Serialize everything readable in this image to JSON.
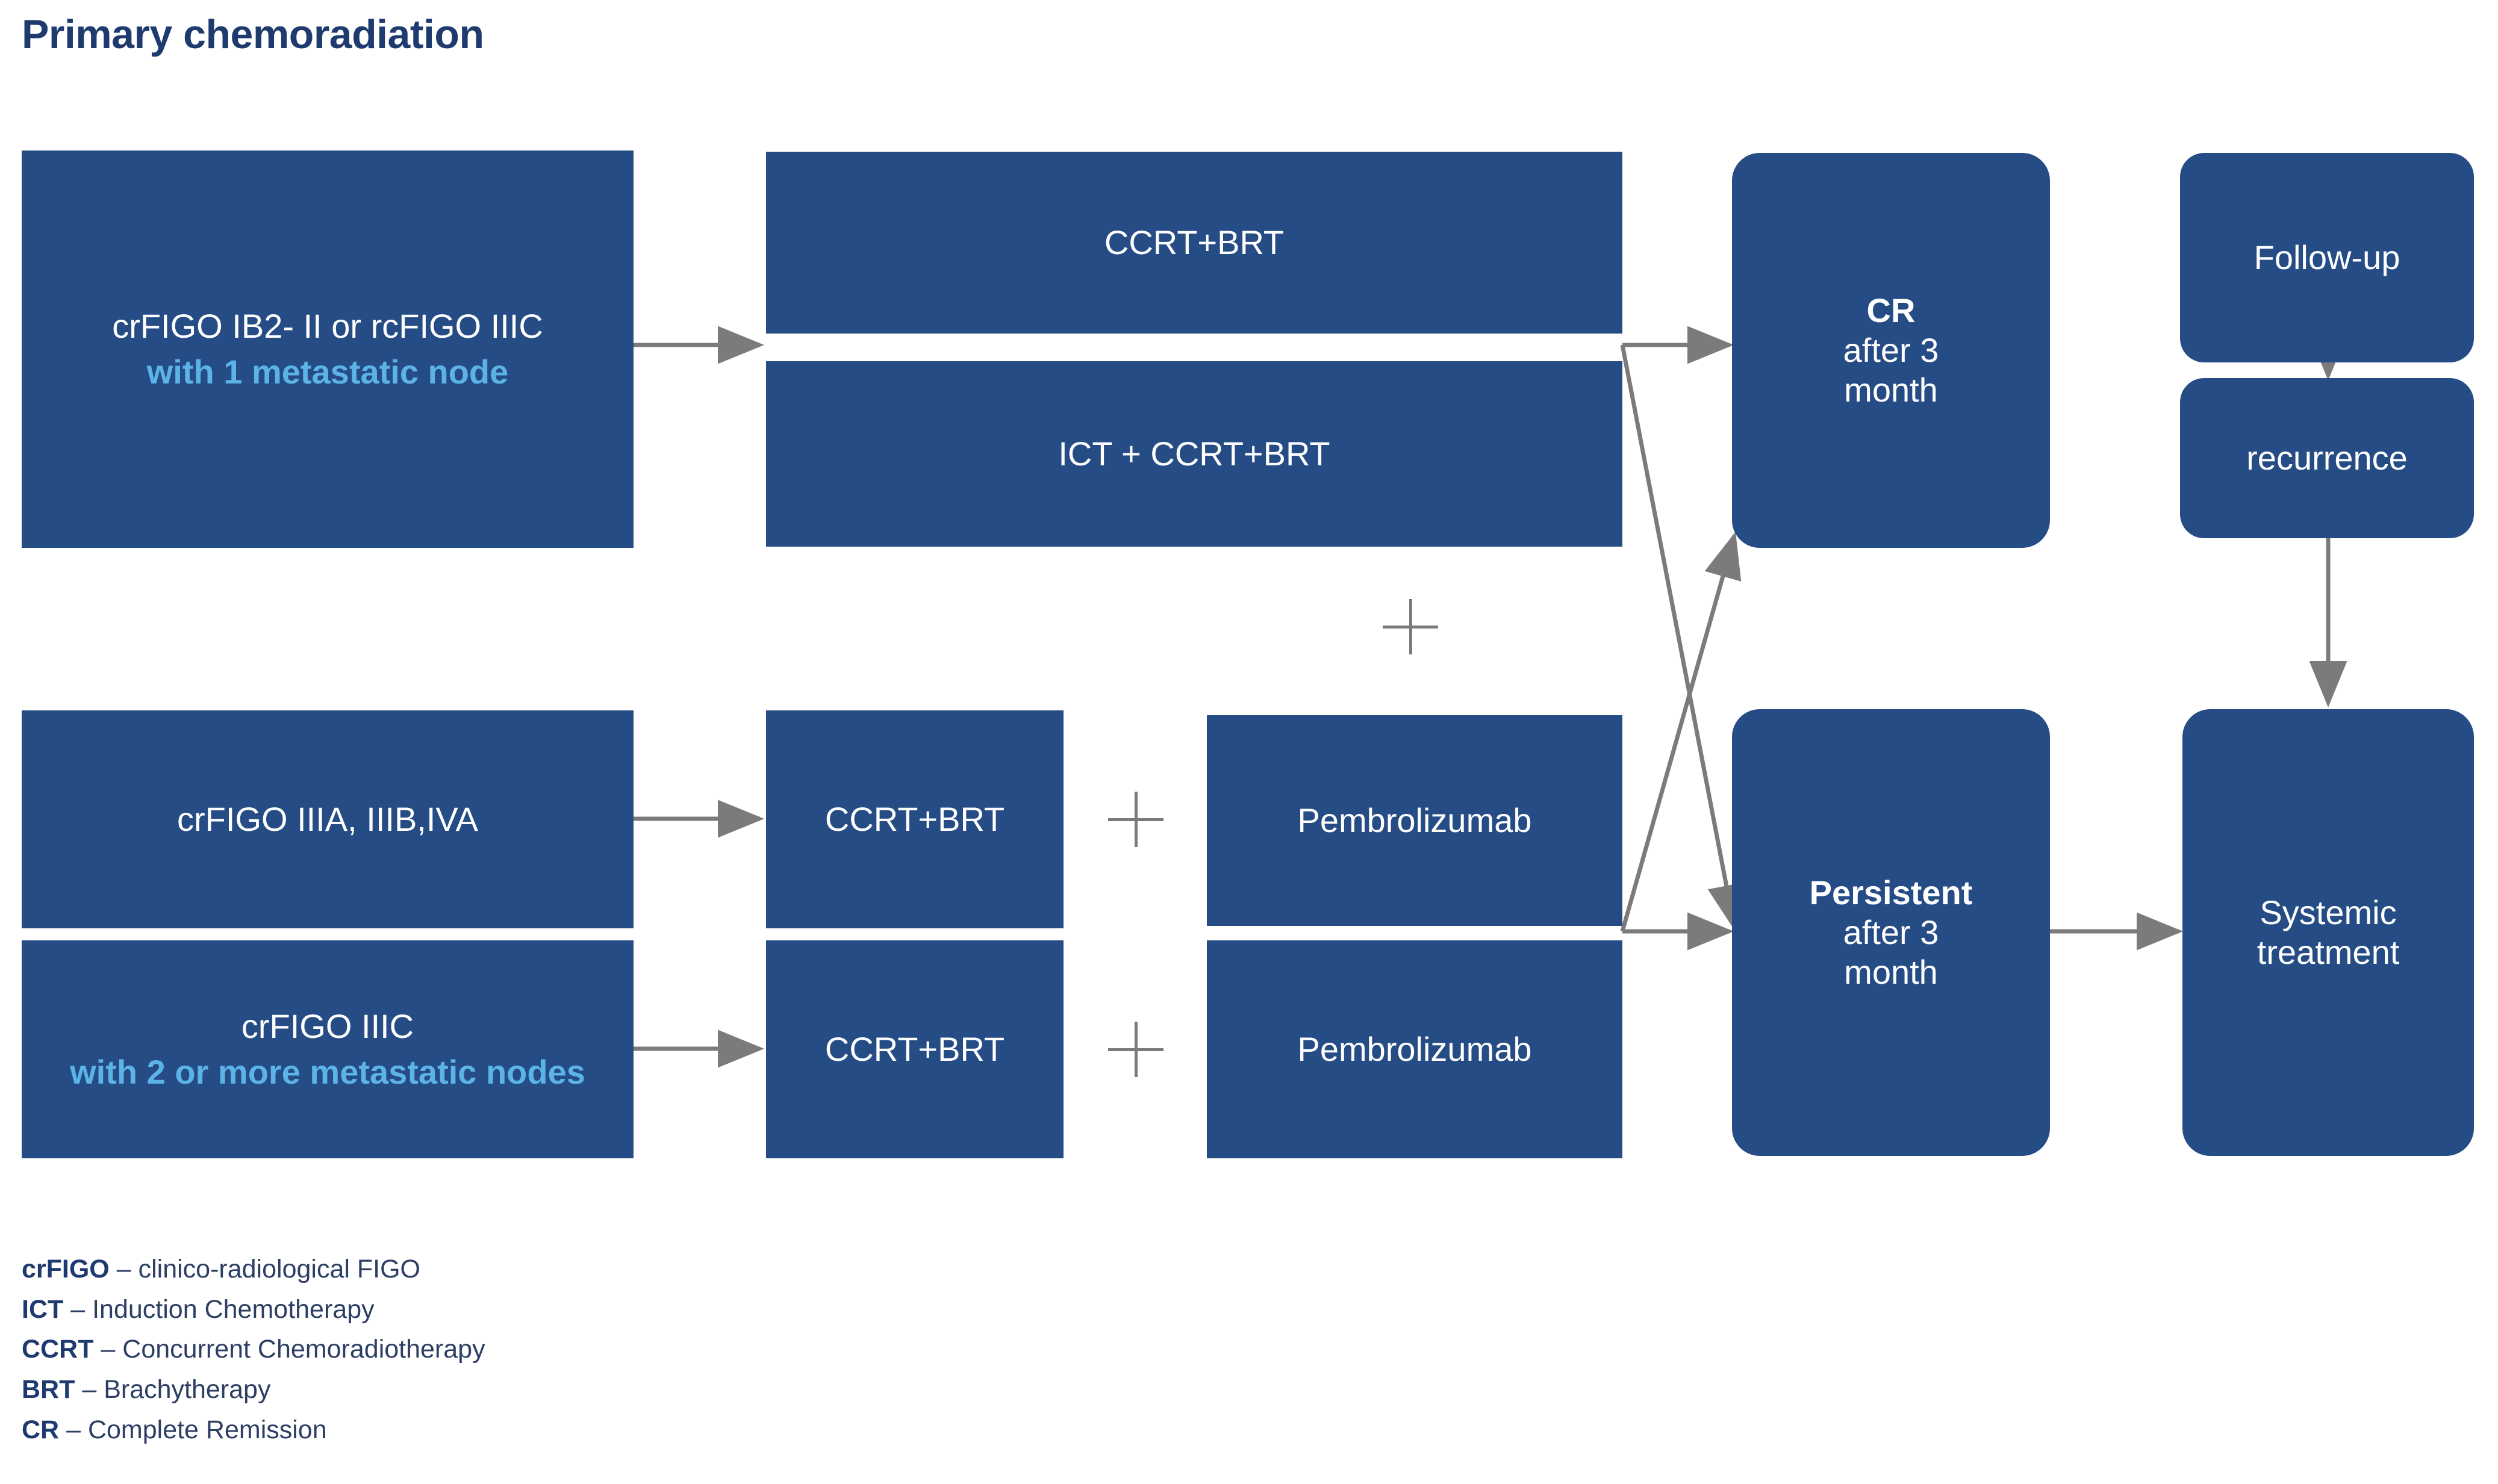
{
  "title": "Primary chemoradiation",
  "colors": {
    "box_fill": "#254c85",
    "accent_light_blue": "#5cb3e8",
    "title_navy": "#1e3a6e",
    "arrow_gray": "#7b7b7b",
    "legend_text": "#2c3e63",
    "background": "#ffffff"
  },
  "nodes": {
    "indication_1": {
      "line1": "crFIGO IB2- II or rcFIGO IIIC",
      "line2": "with 1 metastatic node"
    },
    "treatment_1a": {
      "label": "CCRT+BRT"
    },
    "treatment_1b": {
      "label": "ICT + CCRT+BRT"
    },
    "indication_2": {
      "line1": "crFIGO IIIA, IIIB,IVA"
    },
    "treatment_2": {
      "label": "CCRT+BRT"
    },
    "adjuvant_2": {
      "label": "Pembrolizumab"
    },
    "indication_3": {
      "line1": "crFIGO IIIC",
      "line2": "with 2 or more metastatic nodes"
    },
    "treatment_3": {
      "label": "CCRT+BRT"
    },
    "adjuvant_3": {
      "label": "Pembrolizumab"
    },
    "outcome_cr": {
      "bold": "CR",
      "line2": "after 3",
      "line3": "month"
    },
    "outcome_persistent": {
      "bold": "Persistent",
      "line2": "after 3",
      "line3": "month"
    },
    "followup": {
      "label": "Follow-up"
    },
    "recurrence": {
      "label": "recurrence"
    },
    "systemic": {
      "line1": "Systemic",
      "line2": "treatment"
    }
  },
  "operators": {
    "plus_top": "+",
    "plus_mid": "+",
    "plus_bottom": "+"
  },
  "legend": [
    {
      "abbr": "crFIGO",
      "dash": "–",
      "desc": "clinico-radiological FIGO"
    },
    {
      "abbr": "ICT",
      "dash": "–",
      "desc": "Induction Chemotherapy"
    },
    {
      "abbr": "CCRT",
      "dash": "–",
      "desc": "Concurrent Chemoradiotherapy"
    },
    {
      "abbr": "BRT",
      "dash": "–",
      "desc": "Brachytherapy"
    },
    {
      "abbr": "CR",
      "dash": "–",
      "desc": "Complete Remission"
    }
  ]
}
